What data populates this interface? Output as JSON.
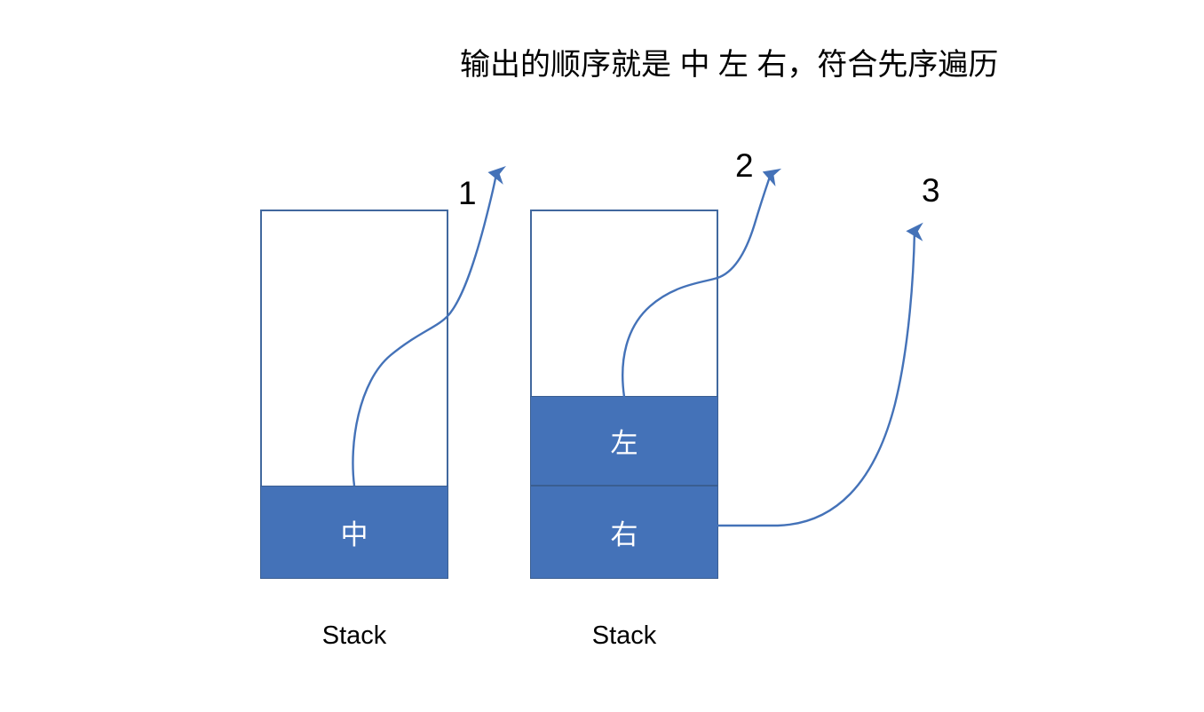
{
  "title": "输出的顺序就是 中 左 右，符合先序遍历",
  "colors": {
    "fill": "#4472B8",
    "stroke": "#41689E",
    "arrow": "#4472B8",
    "text_on_fill": "#FFFFFF",
    "text": "#000000",
    "background": "#FFFFFF"
  },
  "stacks": [
    {
      "caption": "Stack",
      "cells": [
        {
          "label": "中"
        }
      ]
    },
    {
      "caption": "Stack",
      "cells": [
        {
          "label": "左"
        },
        {
          "label": "右"
        }
      ]
    }
  ],
  "arrows": [
    {
      "label": "1",
      "from": "stack1-cell-中",
      "to": "output"
    },
    {
      "label": "2",
      "from": "stack2-cell-左",
      "to": "output"
    },
    {
      "label": "3",
      "from": "stack2-cell-右",
      "to": "output"
    }
  ]
}
